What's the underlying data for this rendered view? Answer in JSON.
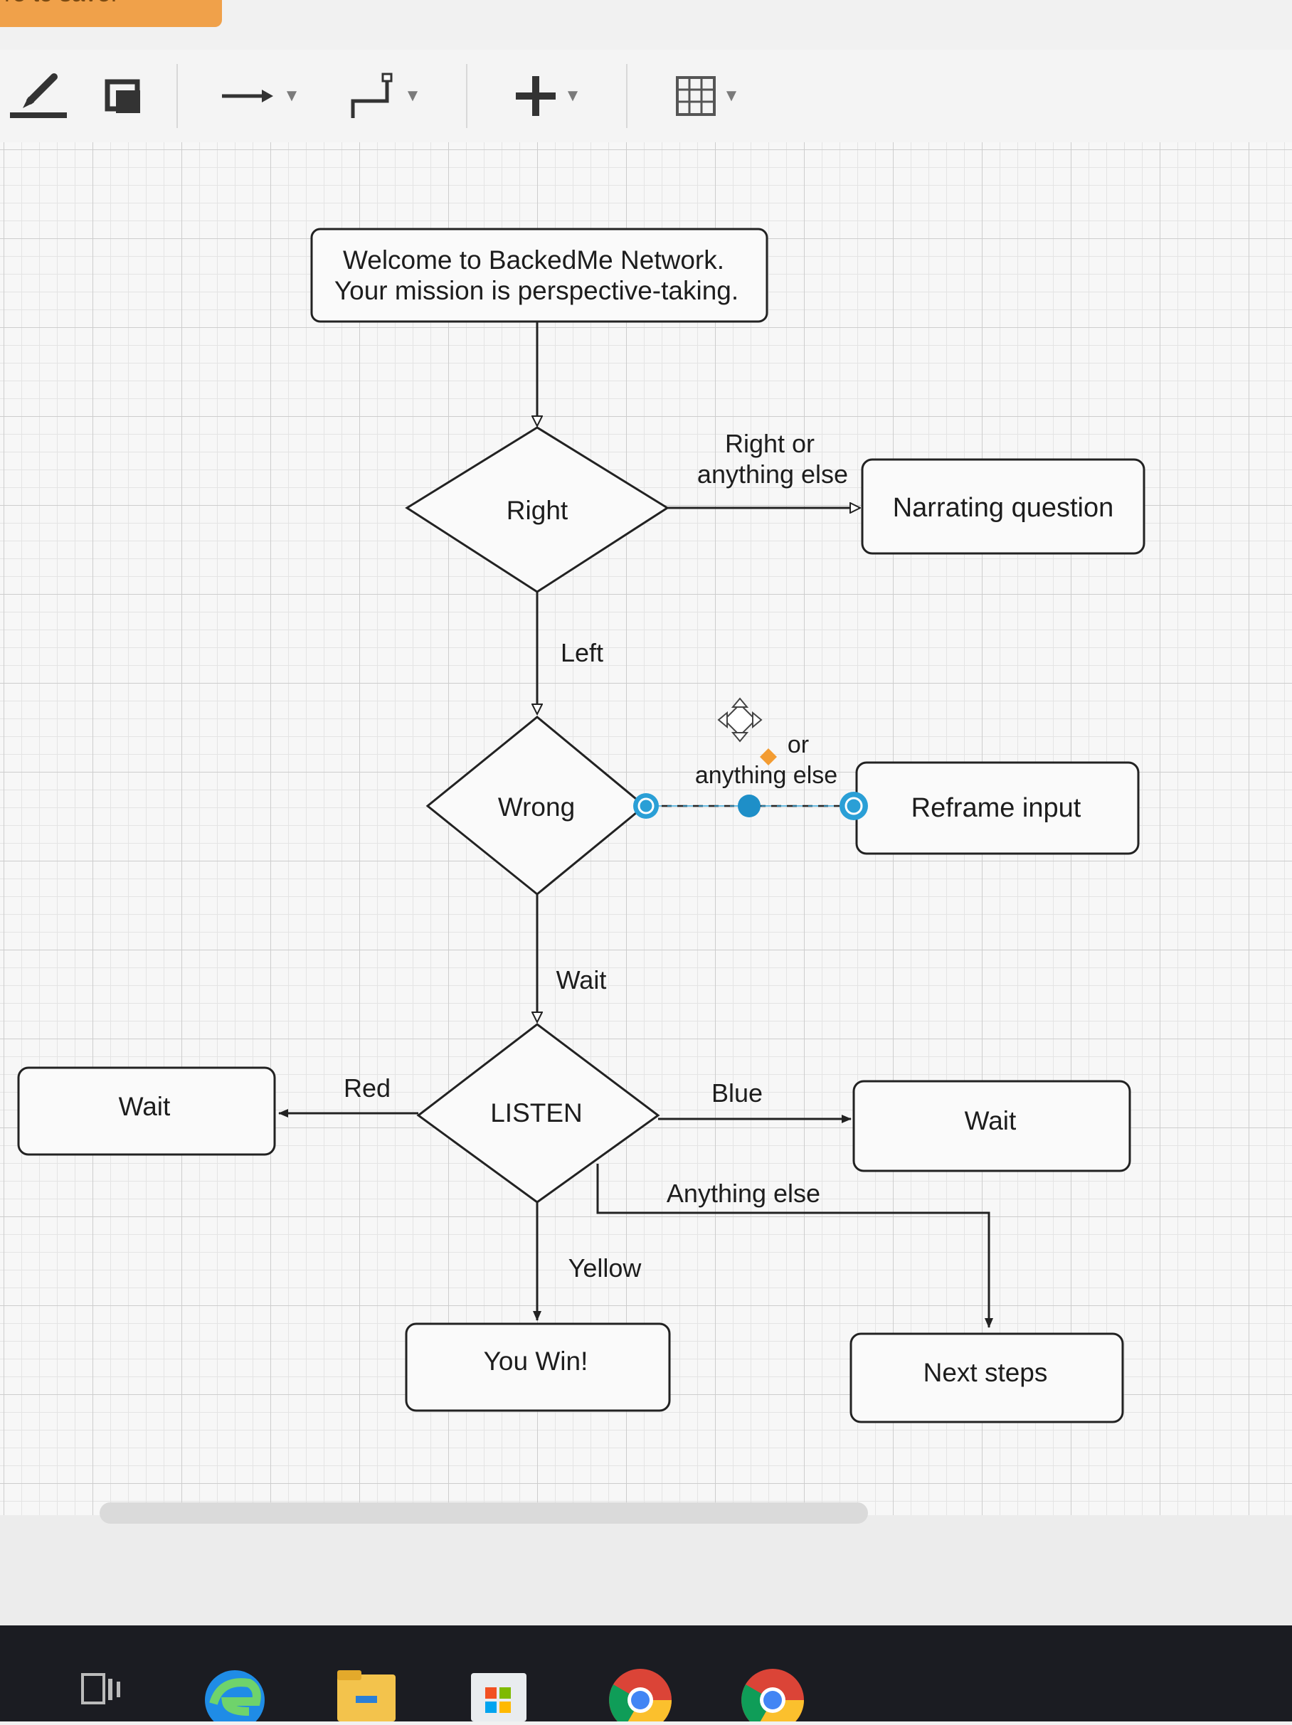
{
  "banner": {
    "text": "re to save."
  },
  "toolbar": {
    "items": [
      {
        "name": "pencil-icon"
      },
      {
        "name": "shape-icon"
      },
      {
        "name": "arrow-icon"
      },
      {
        "name": "waypoint-icon"
      },
      {
        "name": "plus-icon"
      },
      {
        "name": "table-icon"
      }
    ]
  },
  "diagram": {
    "start": {
      "line1": "Welcome to BackedMe Network.",
      "line2": "Your mission is perspective-taking."
    },
    "decisions": {
      "right": "Right",
      "wrong": "Wrong",
      "listen": "LISTEN"
    },
    "boxes": {
      "narrating": "Narrating question",
      "reframe": "Reframe input",
      "wait_left": "Wait",
      "wait_right": "Wait",
      "you_win": "You Win!",
      "next_steps": "Next steps"
    },
    "edges": {
      "right_or_1": "Right or",
      "right_or_2": "anything else",
      "left": "Left",
      "wrong_or_1": "or",
      "wrong_or_2": "anything else",
      "wait": "Wait",
      "red": "Red",
      "blue": "Blue",
      "anything_else": "Anything else",
      "yellow": "Yellow"
    }
  },
  "taskbar": {
    "icons": [
      "task-view-icon",
      "edge-icon",
      "file-explorer-icon",
      "store-icon",
      "chrome-icon",
      "chrome-icon-2"
    ]
  },
  "colors": {
    "accent_blue": "#2a9fd6",
    "save_orange": "#f0a14a",
    "taskbar": "#1b1c22"
  }
}
